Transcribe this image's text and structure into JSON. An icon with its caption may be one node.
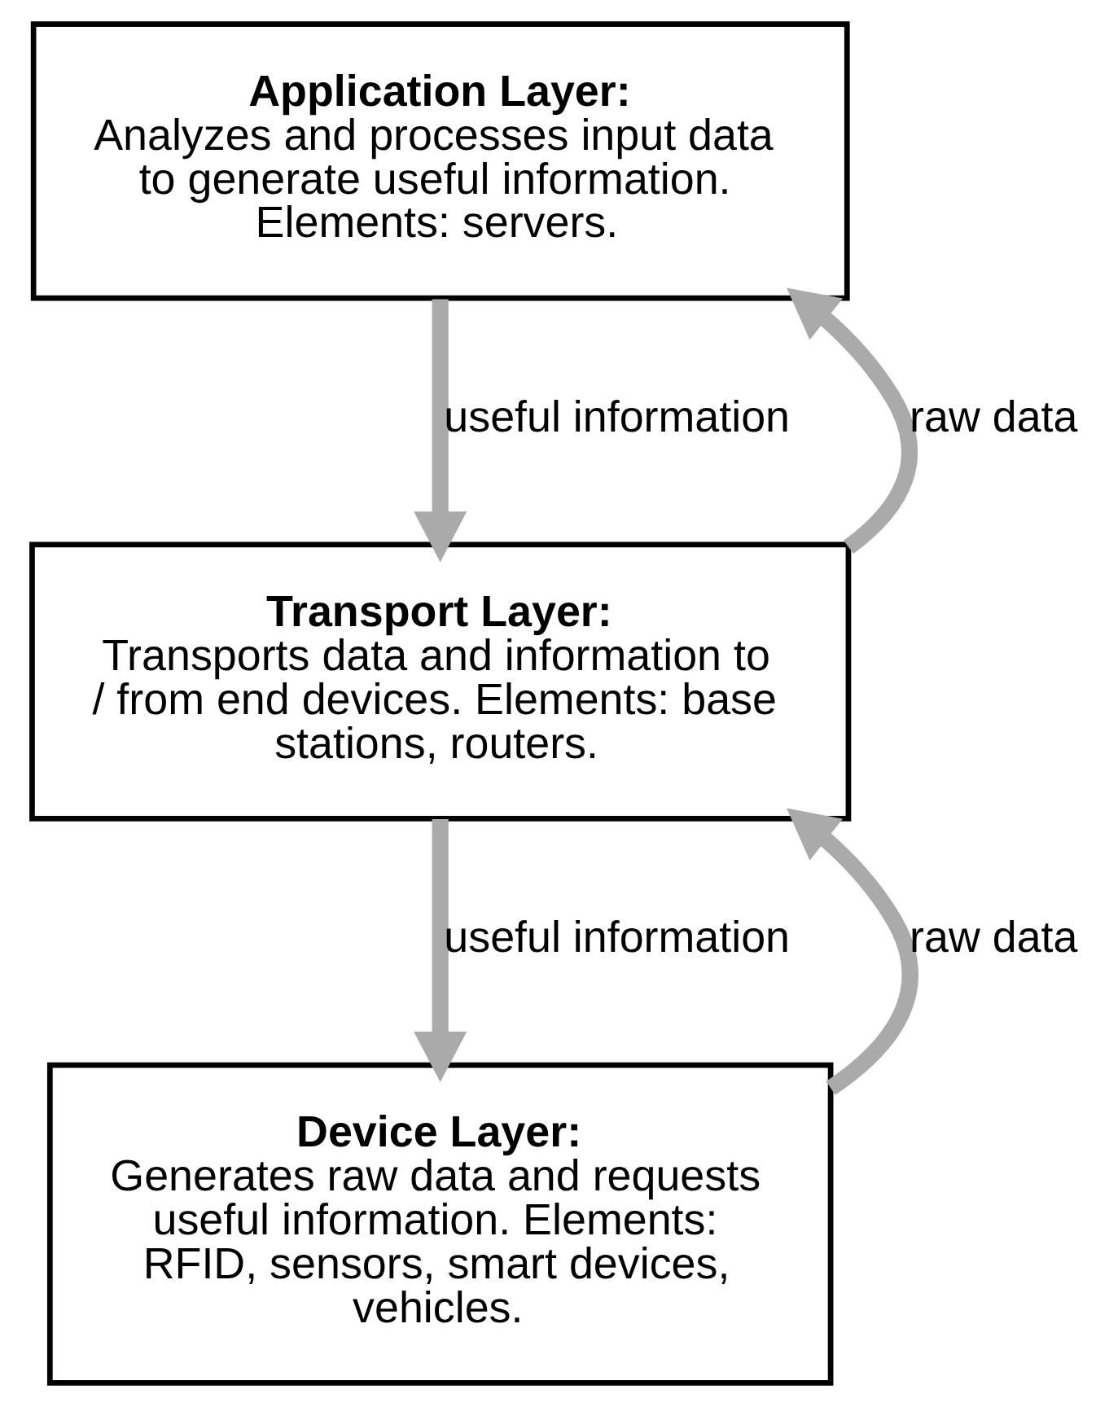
{
  "diagram": {
    "nodes": [
      {
        "text": [
          "Application Layer:",
          "Analyzes and processes input data to generate useful information. Elements: servers."
        ]
      },
      {
        "text": [
          "Transport Layer:",
          "Transports data and information to / from end devices. Elements: base stations, routers."
        ]
      },
      {
        "text": [
          "Device Layer:",
          "Generates raw data and requests useful information. Elements: RFID, sensors, smart devices, vehicles."
        ]
      }
    ],
    "edges": [
      {
        "from": 1,
        "to": 0,
        "arrow": "to",
        "label": "raw data"
      },
      {
        "from": 0,
        "to": 1,
        "arrow": "to",
        "label": "useful information"
      },
      {
        "from": 2,
        "to": 1,
        "arrow": "to",
        "label": "raw data"
      },
      {
        "from": 1,
        "to": 2,
        "arrow": "to",
        "label": "useful information"
      }
    ]
  }
}
